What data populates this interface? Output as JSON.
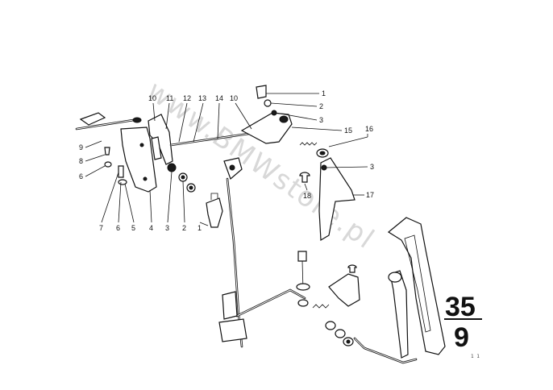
{
  "watermark": "www.BMWstore.pl",
  "group_code": {
    "top": "35",
    "bottom": "9"
  },
  "corner_mark": "1 1",
  "callouts_right": [
    "1",
    "2",
    "3",
    "15",
    "16",
    "3",
    "17",
    "18"
  ],
  "callouts_top_left": [
    "10",
    "11",
    "12",
    "13",
    "14",
    "10"
  ],
  "callouts_left": [
    "9",
    "8",
    "6"
  ],
  "callouts_bottom": [
    "7",
    "6",
    "5",
    "4",
    "3",
    "2",
    "1"
  ]
}
